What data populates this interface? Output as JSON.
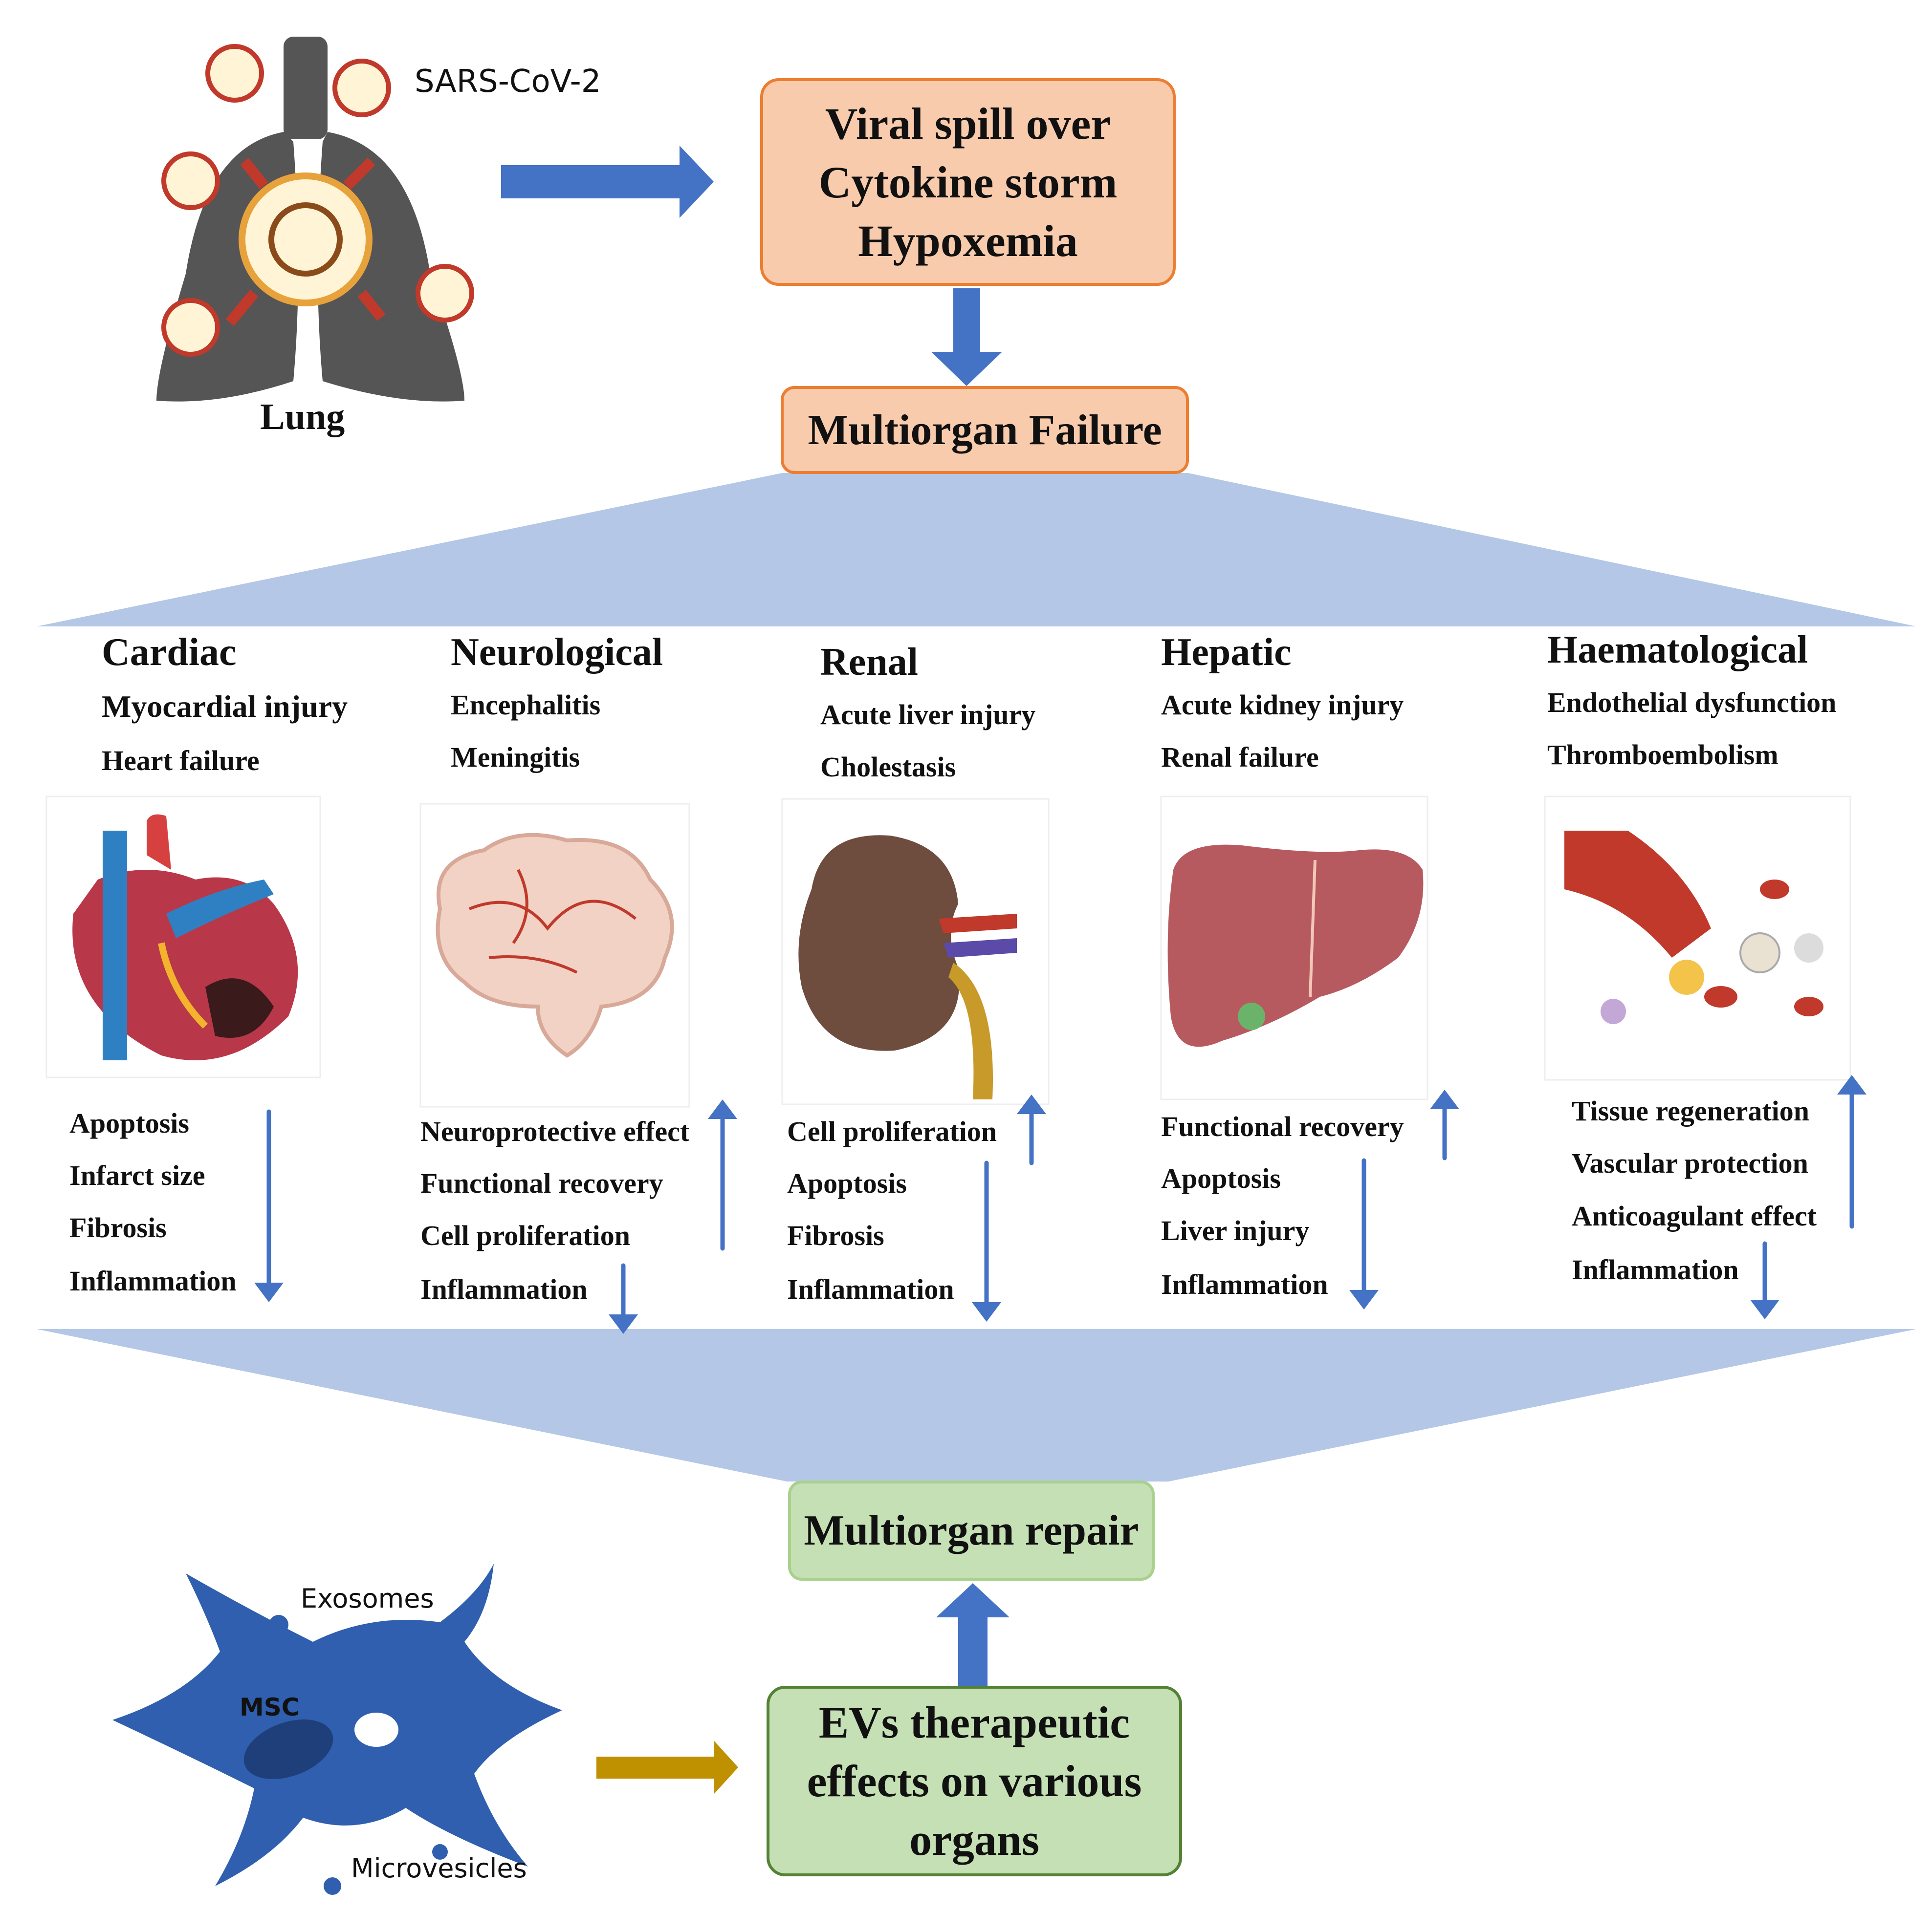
{
  "top": {
    "virus_label": "SARS-CoV-2",
    "lung_label": "Lung",
    "mechanism_box": [
      "Viral spill over",
      "Cytokine storm",
      "Hypoxemia"
    ],
    "failure_box": "Multiorgan Failure"
  },
  "organs": [
    {
      "title": "Cardiac",
      "effects": [
        "Myocardial injury",
        "Heart failure"
      ],
      "up": [],
      "down": [
        "Apoptosis",
        "Infarct size",
        "Fibrosis",
        "Inflammation"
      ]
    },
    {
      "title": "Neurological",
      "effects": [
        "Encephalitis",
        "Meningitis"
      ],
      "up": [
        "Neuroprotective effect",
        "Functional recovery",
        "Cell proliferation"
      ],
      "down": [
        "Inflammation"
      ]
    },
    {
      "title": "Renal",
      "effects": [
        "Acute liver injury",
        "Cholestasis"
      ],
      "up": [
        "Cell proliferation"
      ],
      "down": [
        "Apoptosis",
        "Fibrosis",
        "Inflammation"
      ]
    },
    {
      "title": "Hepatic",
      "effects": [
        "Acute kidney injury",
        "Renal failure"
      ],
      "up": [
        "Functional  recovery"
      ],
      "down": [
        "Apoptosis",
        "Liver injury",
        "Inflammation"
      ]
    },
    {
      "title": "Haematological",
      "effects": [
        "Endothelial dysfunction",
        "Thromboembolism"
      ],
      "up": [
        "Tissue regeneration",
        "Vascular protection",
        "Anticoagulant effect"
      ],
      "down": [
        "Inflammation"
      ]
    }
  ],
  "bottom": {
    "repair_box": "Multiorgan repair",
    "ev_box": [
      "EVs therapeutic",
      "effects on various",
      "organs"
    ],
    "exosomes_label": "Exosomes",
    "msc_label": "MSC",
    "microvesicles_label": "Microvesicles"
  },
  "colors": {
    "orange_fill": "#f8cbad",
    "orange_border": "#ed7d31",
    "green_fill": "#c5e0b4",
    "green_border": "#548235",
    "blue_arrow": "#4472c4",
    "funnel": "#b4c7e7",
    "msc_cell": "#2f5fae",
    "gold_arrow": "#bf9000"
  }
}
